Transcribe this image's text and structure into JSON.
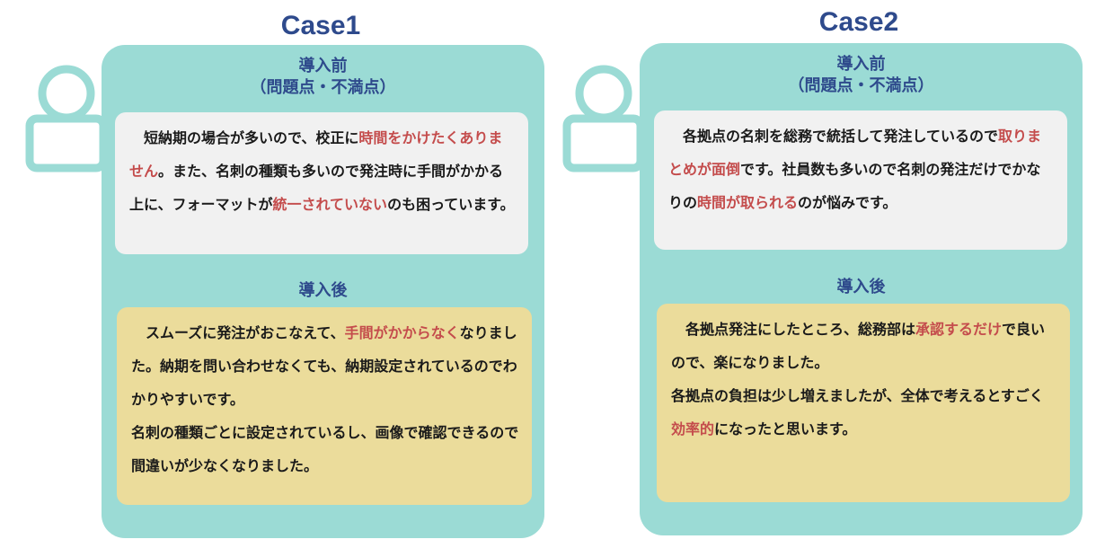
{
  "case1": {
    "title": "Case1",
    "before_title": "導入前",
    "before_subtitle": "（問題点・不満点）",
    "before_text": [
      {
        "t": "　短納期の場合が多いので、校正に",
        "hl": false
      },
      {
        "t": "時間をかけたくありません",
        "hl": true
      },
      {
        "t": "。また、名刺の種類も多いので発注時に手間がかかる上に、フォーマットが",
        "hl": false
      },
      {
        "t": "統一されていない",
        "hl": true
      },
      {
        "t": "のも困っています。",
        "hl": false
      }
    ],
    "after_title": "導入後",
    "after_text": [
      {
        "t": "　スムーズに発注がおこなえて、",
        "hl": false
      },
      {
        "t": "手間がかからなく",
        "hl": true
      },
      {
        "t": "なりました。納期を問い合わせなくても、納期設定されているのでわかりやすいです。",
        "hl": false
      },
      {
        "t": "\n名刺の種類ごとに設定されているし、画像で確認できるので間違いが少なくなりました。",
        "hl": false
      }
    ]
  },
  "case2": {
    "title": "Case2",
    "before_title": "導入前",
    "before_subtitle": "（問題点・不満点）",
    "before_text": [
      {
        "t": "　各拠点の名刺を総務で統括して発注しているので",
        "hl": false
      },
      {
        "t": "取りまとめが面倒",
        "hl": true
      },
      {
        "t": "です。社員数も多いので名刺の発注だけでかなりの",
        "hl": false
      },
      {
        "t": "時間が取られる",
        "hl": true
      },
      {
        "t": "のが悩みです。",
        "hl": false
      }
    ],
    "after_title": "導入後",
    "after_text": [
      {
        "t": "　各拠点発注にしたところ、総務部は",
        "hl": false
      },
      {
        "t": "承認するだけ",
        "hl": true
      },
      {
        "t": "で良いので、楽になりました。",
        "hl": false
      },
      {
        "t": "\n各拠点の負担は少し増えましたが、全体で考えるとすごく",
        "hl": false
      },
      {
        "t": "効率的",
        "hl": true
      },
      {
        "t": "になったと思います。",
        "hl": false
      }
    ]
  },
  "colors": {
    "card": "#9bdbd5",
    "title": "#2e4a8c",
    "highlight": "#c44c4c",
    "before_bg": "#f1f1f1",
    "after_bg": "#ebdc9b"
  },
  "icons": [
    "person-icon"
  ]
}
